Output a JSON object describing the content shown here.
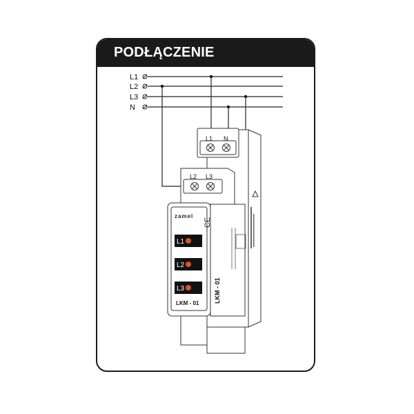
{
  "header": {
    "title": "PODŁĄCZENIE"
  },
  "lines": {
    "l1": "L1",
    "l2": "L2",
    "l3": "L3",
    "n": "N"
  },
  "terminals": {
    "top": {
      "left": "L1",
      "right": "N"
    },
    "bottom": {
      "left": "L2",
      "right": "L3"
    }
  },
  "device": {
    "brand": "zamel",
    "model_front": "LKM - 01",
    "model_side": "LKM - 01",
    "indicators": [
      "L1",
      "L2",
      "L3"
    ],
    "led_color": "#e0522a"
  },
  "icons": {
    "ce_mark": "CE",
    "warning": "warning-triangle-icon"
  }
}
